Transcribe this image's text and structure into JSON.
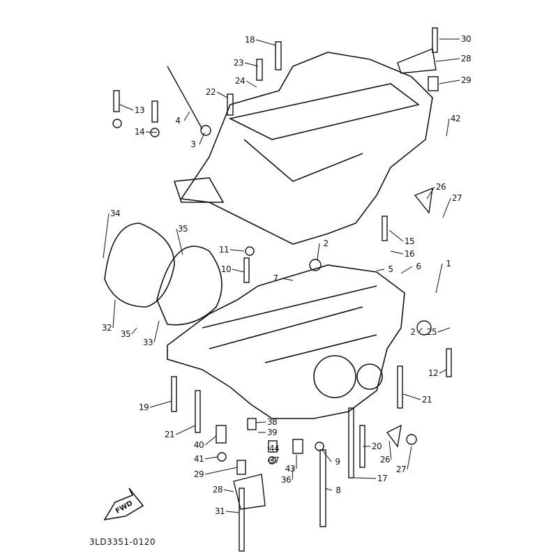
{
  "diagram": {
    "part_numbers": [
      "30",
      "28",
      "29",
      "18",
      "23",
      "24",
      "22",
      "13",
      "14",
      "4",
      "3",
      "42",
      "26",
      "27",
      "34",
      "35",
      "15",
      "16",
      "11",
      "2",
      "10",
      "5",
      "6",
      "1",
      "7",
      "32",
      "35",
      "33",
      "2",
      "25",
      "12",
      "19",
      "21",
      "21",
      "38",
      "39",
      "40",
      "44",
      "20",
      "26",
      "41",
      "37",
      "9",
      "43",
      "36",
      "27",
      "17",
      "29",
      "28",
      "8",
      "31"
    ],
    "forward_marker": "FWD",
    "drawing_code": "3LD3351-0120",
    "ink_color": "#111111"
  }
}
